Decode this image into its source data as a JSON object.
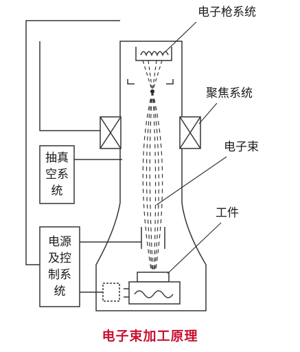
{
  "labels": {
    "electron_gun": "电子枪系统",
    "focusing": "聚焦系统",
    "electron_beam": "电子束",
    "workpiece": "工件"
  },
  "boxes": {
    "vacuum": [
      "抽真",
      "空系",
      "统"
    ],
    "power": [
      "电源",
      "及控",
      "制系",
      "统"
    ]
  },
  "caption": "电子束加工原理",
  "colors": {
    "line": "#333333",
    "caption": "#c8102e"
  }
}
